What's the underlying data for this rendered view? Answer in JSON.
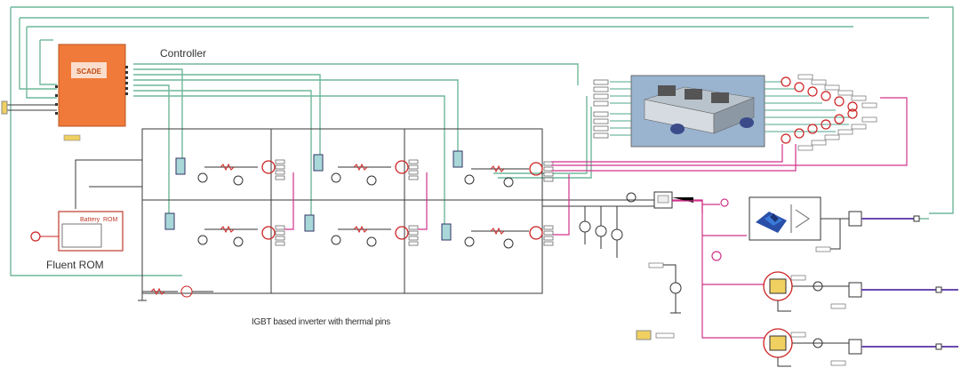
{
  "labels": {
    "controller": "Controller",
    "scade_block": "SCADE",
    "battery": "Battery",
    "rom": "ROM",
    "fluent_rom": "Fluent ROM",
    "inverter_caption": "IGBT based inverter with thermal pins"
  },
  "colors": {
    "wire_black": "#3a3a3a",
    "wire_green": "#6fb89a",
    "wire_pink": "#d0338a",
    "wire_purple": "#6a4bb0",
    "wire_teal": "#4fa58c",
    "controller_fill": "#f07a3a",
    "battery_box": "#c0392b",
    "resistor_red": "#cc2222",
    "model_bg": "#9ab3cf"
  },
  "icons": {
    "controller": "scade-controller-block",
    "thermal_model": "3d-igbt-module-image",
    "heatmap": "fluent-rom-heatmap-block"
  }
}
